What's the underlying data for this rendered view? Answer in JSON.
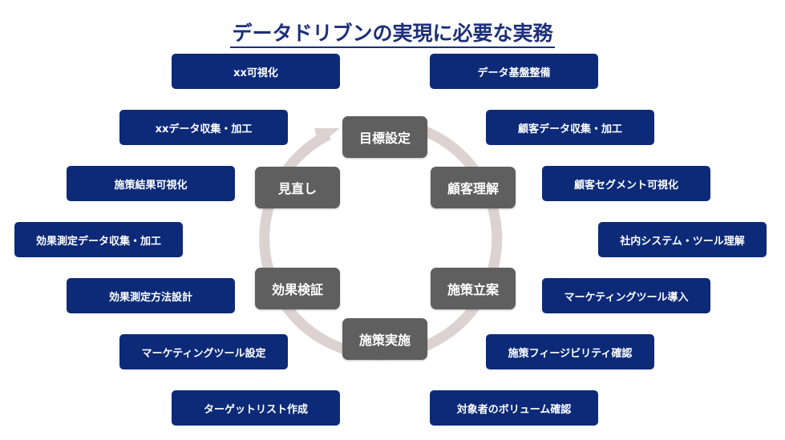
{
  "title": "データドリブンの実現に必要な実務",
  "cycle": {
    "ring_color": "#dcd2d2",
    "stages": [
      "目標設定",
      "顧客理解",
      "施策立案",
      "施策実施",
      "効果検証",
      "見直し"
    ]
  },
  "left_tasks": [
    "xx可視化",
    "xxデータ収集・加工",
    "施策結果可視化",
    "効果測定データ収集・加工",
    "効果測定方法設計",
    "マーケティングツール設定",
    "ターゲットリスト作成"
  ],
  "right_tasks": [
    "データ基盤整備",
    "顧客データ収集・加工",
    "顧客セグメント可視化",
    "社内システム・ツール理解",
    "マーケティングツール導入",
    "施策フィージビリティ確認",
    "対象者のボリューム確認"
  ],
  "colors": {
    "task_bg": "#0c2a78",
    "stage_bg": "#5f5f5f",
    "title": "#1c2f7a"
  }
}
